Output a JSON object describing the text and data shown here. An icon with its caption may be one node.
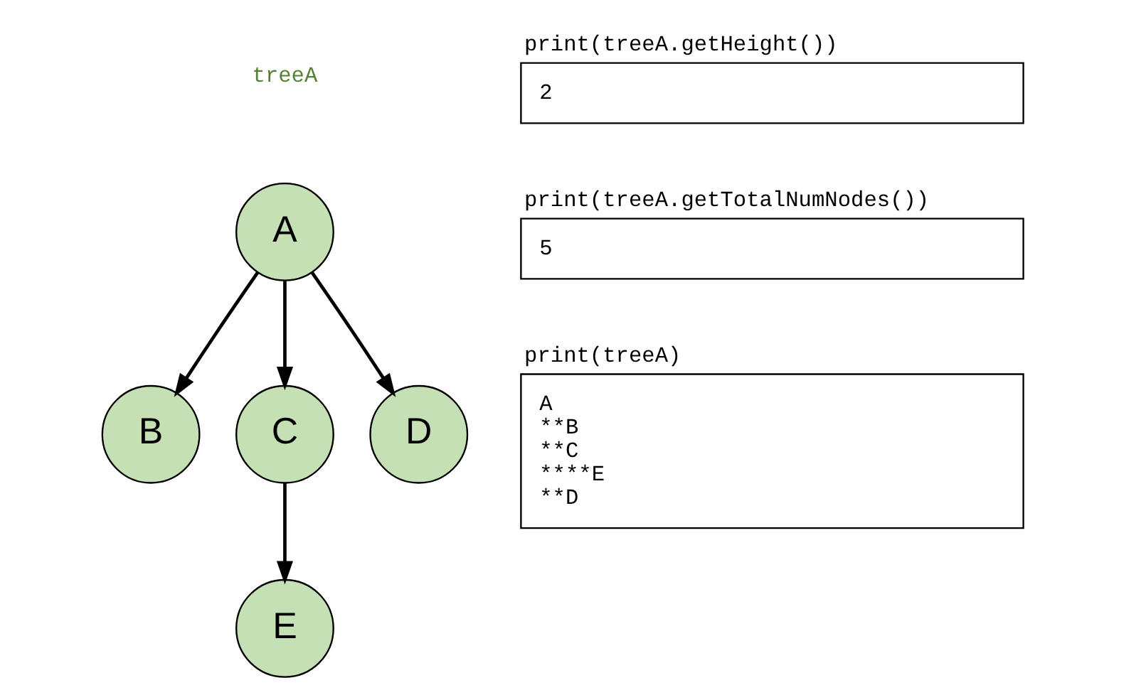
{
  "diagram": {
    "nodes": [
      {
        "text": [
          "A"
        ]
      },
      {
        "text": [
          "B"
        ]
      },
      {
        "text": [
          "C"
        ]
      },
      {
        "text": [
          "D"
        ]
      },
      {
        "text": [
          "E"
        ]
      },
      {
        "text": [
          "print(treeA.getHeight())",
          "2"
        ]
      },
      {
        "text": [
          "print(treeA.getTotalNumNodes())",
          "5"
        ]
      },
      {
        "text": [
          "print(treeA)",
          "A **B **C ****E **D"
        ]
      }
    ],
    "edges": [
      {
        "from": 0,
        "to": 1,
        "arrow": "to"
      },
      {
        "from": 0,
        "to": 2,
        "arrow": "to"
      },
      {
        "from": 0,
        "to": 3,
        "arrow": "to"
      },
      {
        "from": 2,
        "to": 4,
        "arrow": "to"
      }
    ],
    "labels": [
      "treeA"
    ]
  }
}
